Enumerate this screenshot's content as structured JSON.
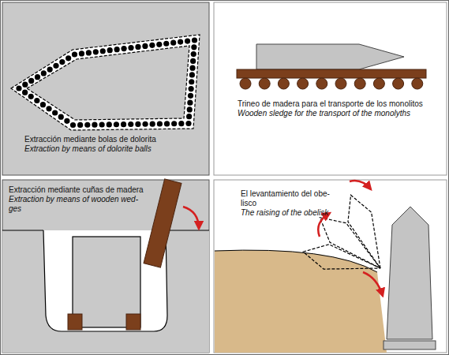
{
  "diagram": {
    "nodes": [
      {
        "text": [
          "Extracción mediante bolas de dolorita",
          "Extraction by means of dolorite balls"
        ]
      },
      {
        "text": [
          "Trineo de madera para el transporte de los monolitos",
          "Wooden sledge for the transport of the monolyths"
        ]
      },
      {
        "text": [
          "Extracción mediante cuñas de madera",
          "Extraction by means of wooden wed-ges"
        ]
      },
      {
        "text": [
          "El levantamiento del obe-lisco",
          "The raising of the obelisk"
        ]
      }
    ]
  }
}
